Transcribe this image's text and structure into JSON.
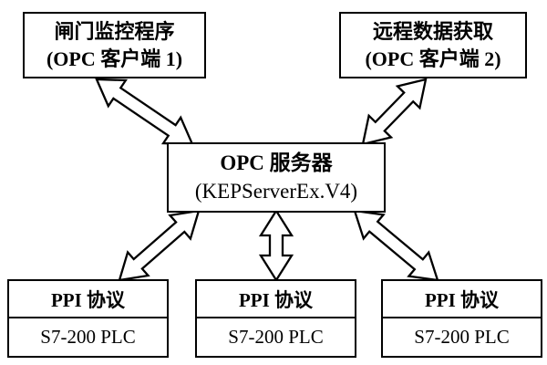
{
  "diagram": {
    "top_left_client": {
      "line1": "闸门监控程序",
      "line2": "(OPC 客户端 1)"
    },
    "top_right_client": {
      "line1": "远程数据获取",
      "line2": "(OPC 客户端 2)"
    },
    "server": {
      "line1": "OPC 服务器",
      "line2": "(KEPServerEx.V4)"
    },
    "plc_nodes": [
      {
        "protocol": "PPI 协议",
        "device": "S7-200 PLC"
      },
      {
        "protocol": "PPI 协议",
        "device": "S7-200 PLC"
      },
      {
        "protocol": "PPI 协议",
        "device": "S7-200 PLC"
      }
    ],
    "colors": {
      "border": "#000000",
      "background": "#ffffff",
      "arrow_fill": "#ffffff"
    }
  }
}
